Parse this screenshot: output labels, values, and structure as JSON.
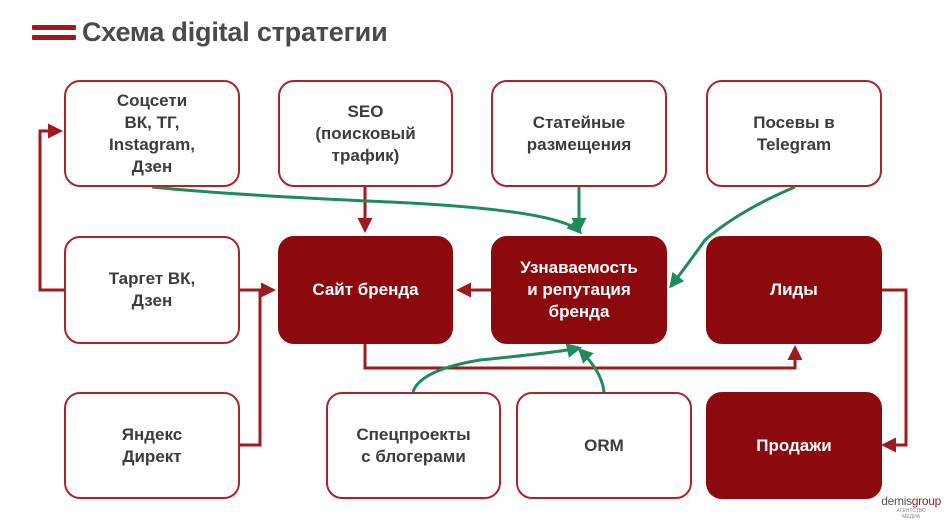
{
  "header": {
    "title": "Схема digital стратегии"
  },
  "nodes": {
    "socials": "Соцсети\nВК, ТГ,\nInstagram,\nДзен",
    "seo": "SEO\n(поисковый\nтрафик)",
    "articles": "Статейные\nразмещения",
    "telegram_seeding": "Посевы в\nTelegram",
    "target": "Таргет ВК,\nДзен",
    "brand_site": "Сайт бренда",
    "awareness": "Узнаваемость\nи репутация\nбренда",
    "leads": "Лиды",
    "yandex_direct": "Яндекс\nДирект",
    "blogger_projects": "Спецпроекты\nс блогерами",
    "orm": "ORM",
    "sales": "Продажи"
  },
  "brand": {
    "name_part1": "demis",
    "name_part2": "group",
    "tagline": "АГЕНТСТВО\nМЕДИА"
  },
  "colors": {
    "accent_dark": "#8c0a0e",
    "outline": "#a8262b",
    "arrow_red": "#9d1b1e",
    "arrow_green": "#1f8a5c"
  }
}
